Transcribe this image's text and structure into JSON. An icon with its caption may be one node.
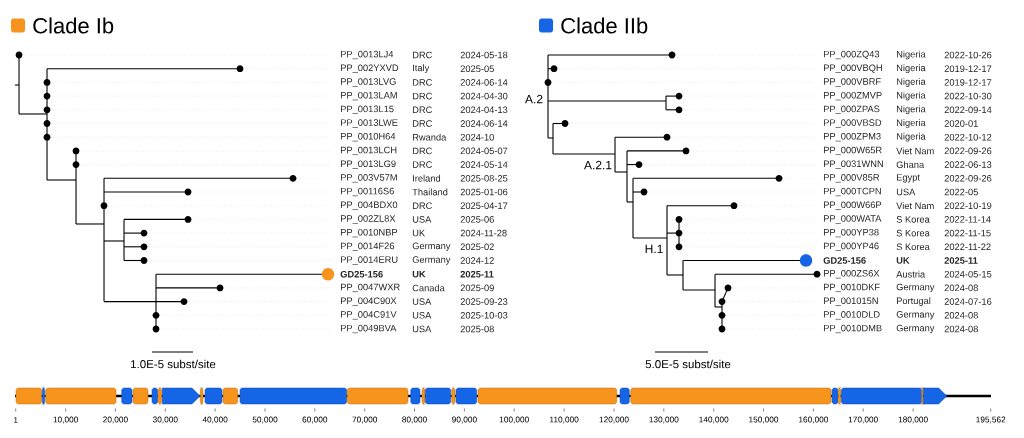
{
  "diagram": {
    "labels": [
      "PP_0013LJ4",
      "DRC",
      "2024-05-18",
      "PP_002YXVD",
      "Italy",
      "2025-05",
      "PP_0013LVG",
      "DRC",
      "2024-06-14",
      "PP_0013LAM",
      "DRC",
      "2024-04-30",
      "PP_0013L15",
      "DRC",
      "2024-04-13",
      "PP_0013LWE",
      "DRC",
      "2024-06-14",
      "PP_0010H64",
      "Rwanda",
      "2024-10",
      "PP_0013LCH",
      "DRC",
      "2024-05-07",
      "PP_0013LG9",
      "DRC",
      "2024-05-14",
      "PP_003V57M",
      "Ireland",
      "2025-08-25",
      "PP_00116S6",
      "Thailand",
      "2025-01-06",
      "PP_004BDX0",
      "DRC",
      "2025-04-17",
      "PP_002ZL8X",
      "USA",
      "2025-06",
      "PP_0010NBP",
      "UK",
      "2024-11-28",
      "PP_0014F26",
      "Germany",
      "2025-02",
      "PP_0014ERU",
      "Germany",
      "2024-12",
      "GD25-156",
      "UK",
      "2025-11",
      "PP_0047WXR",
      "Canada",
      "2025-09",
      "PP_004C90X",
      "USA",
      "2025-09-23",
      "PP_004C91V",
      "USA",
      "2025-10-03",
      "PP_0049BVA",
      "USA",
      "2025-08",
      "1.0E-5 subst/site",
      "A.2",
      "A.2.1",
      "H.1",
      "PP_000ZQ43",
      "Nigeria",
      "2022-10-26",
      "PP_000VBQH",
      "Nigeria",
      "2019-12-17",
      "PP_000VBRF",
      "Nigeria",
      "2019-12-17",
      "PP_000ZMVP",
      "Nigeria",
      "2022-10-30",
      "PP_000ZPAS",
      "Nigeria",
      "2022-09-14",
      "PP_000VBSD",
      "Nigeria",
      "2020-01",
      "PP_000ZPM3",
      "Nigeria",
      "2022-10-12",
      "PP_000W65R",
      "Viet Nam",
      "2022-09-26",
      "PP_0031WNN",
      "Ghana",
      "2022-06-13",
      "PP_000V85R",
      "Egypt",
      "2022-09-26",
      "PP_000TCPN",
      "USA",
      "2022-05",
      "PP_000W66P",
      "Viet Nam",
      "2022-10-19",
      "PP_000WATA",
      "S Korea",
      "2022-11-14",
      "PP_000YP38",
      "S Korea",
      "2022-11-15",
      "PP_000YP46",
      "S Korea",
      "2022-11-22",
      "GD25-156",
      "UK",
      "2025-11",
      "PP_000ZS6X",
      "Austria",
      "2024-05-15",
      "PP_0010DKF",
      "Germany",
      "2024-08",
      "PP_001015N",
      "Portugal",
      "2024-07-16",
      "PP_0010DLD",
      "Germany",
      "2024-08",
      "PP_0010DMB",
      "Germany",
      "2024-08",
      "5.0E-5 subst/site",
      "1",
      "10,000",
      "20,000",
      "30,000",
      "40,000",
      "50,000",
      "60,000",
      "70,000",
      "80,000",
      "90,000",
      "100,000",
      "110,000",
      "120,000",
      "130,000",
      "140,000",
      "150,000",
      "160,000",
      "170,000",
      "180,000",
      "195,562"
    ],
    "legend": [
      {
        "text": "Clade Ib",
        "color": "#f7941d"
      },
      {
        "text": "Clade IIb",
        "color": "#1565e6"
      }
    ]
  }
}
